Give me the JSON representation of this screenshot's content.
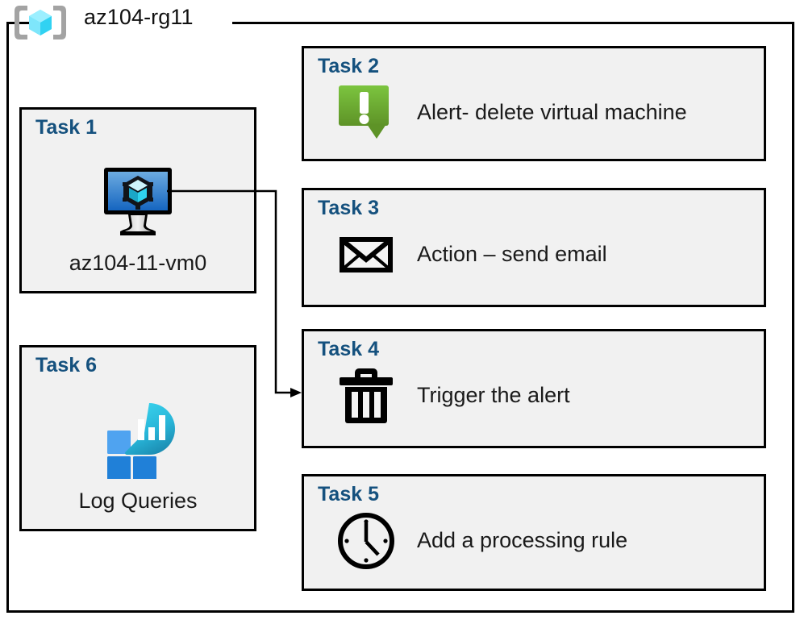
{
  "diagram": {
    "resource_group": {
      "name": "az104-rg11",
      "icon": "azure-resource-group-icon"
    },
    "left_column": [
      {
        "id": "task1",
        "title": "Task 1",
        "caption": "az104-11-vm0",
        "icon": "virtual-machine-icon"
      },
      {
        "id": "task6",
        "title": "Task 6",
        "caption": "Log Queries",
        "icon": "log-queries-icon"
      }
    ],
    "right_column": [
      {
        "id": "task2",
        "title": "Task 2",
        "label": "Alert- delete virtual machine",
        "icon": "alert-exclamation-icon"
      },
      {
        "id": "task3",
        "title": "Task 3",
        "label": "Action – send email",
        "icon": "envelope-icon"
      },
      {
        "id": "task4",
        "title": "Task 4",
        "label": "Trigger the alert",
        "icon": "trash-can-icon"
      },
      {
        "id": "task5",
        "title": "Task 5",
        "label": "Add a processing rule",
        "icon": "clock-icon"
      }
    ],
    "connector": {
      "from": "task1-virtual-machine-icon",
      "to": "task4",
      "arrow": "arrowhead-right"
    },
    "colors": {
      "task_title": "#15517E",
      "box_fill": "#f1f1f1",
      "box_border": "#000000",
      "alert_green_light": "#76c043",
      "alert_green_dark": "#5e9327",
      "vm_blue_light": "#5b9bd5",
      "vm_blue_dark": "#1565c0",
      "log_cyan": "#32c8e6",
      "log_teal": "#1f8fb5",
      "log_square_light": "#4fa3f0",
      "log_square_dark": "#2080d8",
      "rg_cube_cyan": "#50e6ff",
      "rg_bracket_gray": "#a3a3a3"
    }
  }
}
